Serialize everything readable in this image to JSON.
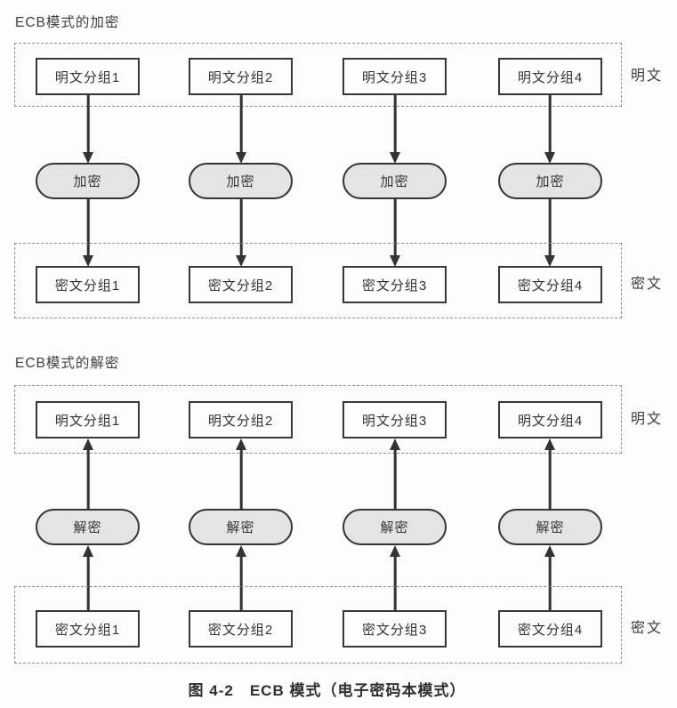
{
  "figure": {
    "caption": "图 4-2　ECB 模式（电子密码本模式）"
  },
  "colors": {
    "line": "#333333",
    "pill_fill": "#e4e4e3",
    "dash_border": "#8f8f8f",
    "paper": "#fcfcfa"
  },
  "encryption": {
    "title": "ECB模式的加密",
    "plaintext_label": "明文",
    "ciphertext_label": "密文",
    "plaintext_blocks": [
      "明文分组1",
      "明文分组2",
      "明文分组3",
      "明文分组4"
    ],
    "operations": [
      "加密",
      "加密",
      "加密",
      "加密"
    ],
    "ciphertext_blocks": [
      "密文分组1",
      "密文分组2",
      "密文分组3",
      "密文分组4"
    ]
  },
  "decryption": {
    "title": "ECB模式的解密",
    "plaintext_label": "明文",
    "ciphertext_label": "密文",
    "plaintext_blocks": [
      "明文分组1",
      "明文分组2",
      "明文分组3",
      "明文分组4"
    ],
    "operations": [
      "解密",
      "解密",
      "解密",
      "解密"
    ],
    "ciphertext_blocks": [
      "密文分组1",
      "密文分组2",
      "密文分组3",
      "密文分组4"
    ]
  }
}
